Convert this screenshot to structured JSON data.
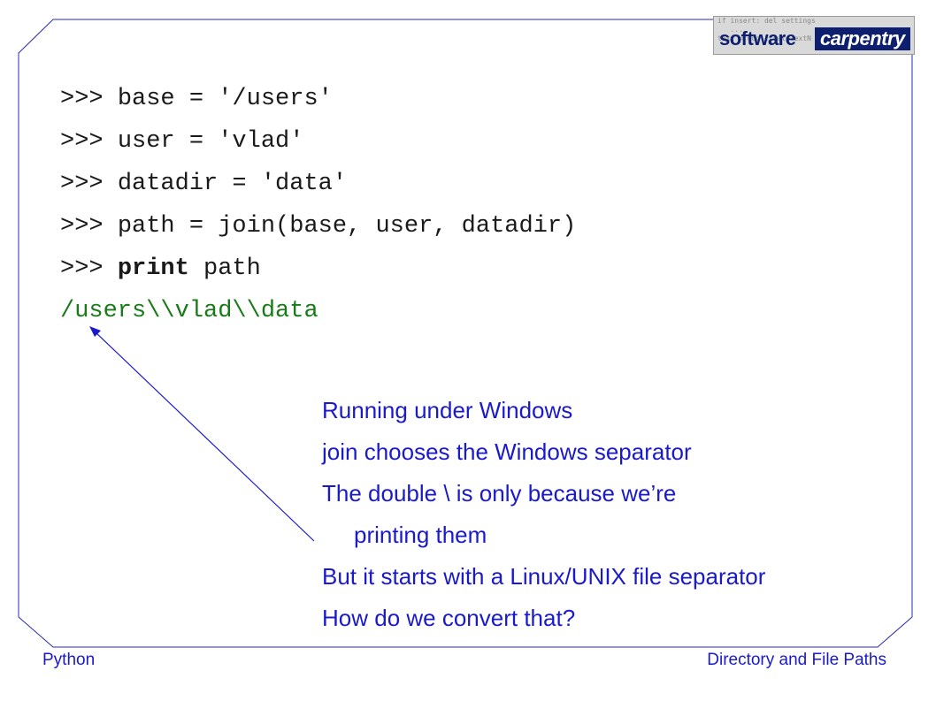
{
  "code": {
    "lines": [
      {
        "prompt": ">>> ",
        "text": "base = '/users'"
      },
      {
        "prompt": ">>> ",
        "text": "user = 'vlad'"
      },
      {
        "prompt": ">>> ",
        "text": "datadir = 'data'"
      },
      {
        "prompt": ">>> ",
        "text": "path = join(base, user, datadir)"
      },
      {
        "prompt": ">>> ",
        "keyword": "print",
        "text": " path"
      }
    ],
    "output": "/users\\\\vlad\\\\data"
  },
  "notes": {
    "lines": [
      "Running under Windows",
      "join chooses the Windows separator",
      "The double \\ is only because we’re",
      "printing them",
      "But it starts with a Linux/UNIX file separator",
      "How do we convert that?"
    ]
  },
  "footer": {
    "left": "Python",
    "right": "Directory and File Paths"
  },
  "logo": {
    "word1": "software",
    "word2": "carpentry",
    "faint_text": "if insert: del settings\n   ...\ntext = doc.createTextN"
  },
  "colors": {
    "code_text": "#1a1a1a",
    "output_text": "#1a7a1a",
    "notes_text": "#1a1acc",
    "frame_line": "#2a2ab0"
  }
}
